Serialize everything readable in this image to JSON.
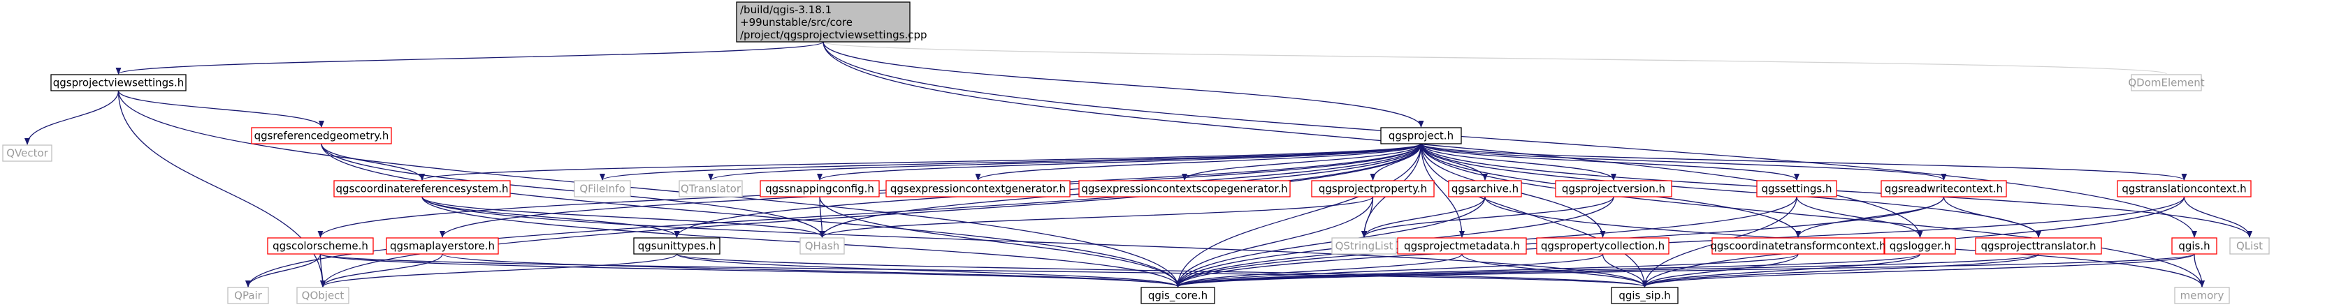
{
  "colors": {
    "edge": "#191970",
    "edge_gray": "#d3d3d3",
    "root_fill": "#bfbfbf",
    "node_border_black": "#000000",
    "node_border_red": "#ff0000",
    "node_border_gray": "#bfbfbf",
    "text_black": "#000000",
    "text_gray": "#9a9a9a"
  },
  "nodes": {
    "root": {
      "lines": [
        "/build/qgis-3.18.1",
        "+99unstable/src/core",
        "/project/qgsprojectviewsettings.cpp"
      ],
      "style": "root"
    },
    "qgsprojectviewsettings_h": {
      "label": "qgsprojectviewsettings.h",
      "style": "black"
    },
    "qdomelement": {
      "label": "QDomElement",
      "style": "gray"
    },
    "qvector": {
      "label": "QVector",
      "style": "gray"
    },
    "qgsreferencedgeometry_h": {
      "label": "qgsreferencedgeometry.h",
      "style": "red"
    },
    "qgsproject_h": {
      "label": "qgsproject.h",
      "style": "black"
    },
    "qgscoordinatereferencesystem_h": {
      "label": "qgscoordinatereferencesystem.h",
      "style": "red"
    },
    "qfileinfo": {
      "label": "QFileInfo",
      "style": "gray"
    },
    "qtranslator": {
      "label": "QTranslator",
      "style": "gray"
    },
    "qgssnappingconfig_h": {
      "label": "qgssnappingconfig.h",
      "style": "red"
    },
    "qgsexpressioncontextgenerator_h": {
      "label": "qgsexpressioncontextgenerator.h",
      "style": "red"
    },
    "qgsexpressioncontextscopegenerator_h": {
      "label": "qgsexpressioncontextscopegenerator.h",
      "style": "red"
    },
    "qgsprojectproperty_h": {
      "label": "qgsprojectproperty.h",
      "style": "red"
    },
    "qgsarchive_h": {
      "label": "qgsarchive.h",
      "style": "red"
    },
    "qgsprojectversion_h": {
      "label": "qgsprojectversion.h",
      "style": "red"
    },
    "qgssettings_h": {
      "label": "qgssettings.h",
      "style": "red"
    },
    "qgsreadwritecontext_h": {
      "label": "qgsreadwritecontext.h",
      "style": "red"
    },
    "qgstranslationcontext_h": {
      "label": "qgstranslationcontext.h",
      "style": "red"
    },
    "qlist": {
      "label": "QList",
      "style": "gray"
    },
    "qgscolorscheme_h": {
      "label": "qgscolorscheme.h",
      "style": "red"
    },
    "qgsmaplayerstore_h": {
      "label": "qgsmaplayerstore.h",
      "style": "red"
    },
    "qgsunittypes_h": {
      "label": "qgsunittypes.h",
      "style": "black"
    },
    "qhash": {
      "label": "QHash",
      "style": "gray"
    },
    "qstringlist": {
      "label": "QStringList",
      "style": "gray"
    },
    "qgsprojectmetadata_h": {
      "label": "qgsprojectmetadata.h",
      "style": "red"
    },
    "qgspropertycollection_h": {
      "label": "qgspropertycollection.h",
      "style": "red"
    },
    "qgscoordinatetransformcontext_h": {
      "label": "qgscoordinatetransformcontext.h",
      "style": "red"
    },
    "qgslogger_h": {
      "label": "qgslogger.h",
      "style": "red"
    },
    "qgsprojecttranslator_h": {
      "label": "qgsprojecttranslator.h",
      "style": "red"
    },
    "qgis_h": {
      "label": "qgis.h",
      "style": "red"
    },
    "qpair": {
      "label": "QPair",
      "style": "gray"
    },
    "qobject": {
      "label": "QObject",
      "style": "gray"
    },
    "qgis_core_h": {
      "label": "qgis_core.h",
      "style": "black"
    },
    "qgis_sip_h": {
      "label": "qgis_sip.h",
      "style": "black"
    },
    "memory": {
      "label": "memory",
      "style": "gray"
    }
  },
  "edges": [
    [
      "root",
      "qgsprojectviewsettings_h"
    ],
    [
      "root",
      "qdomelement"
    ],
    [
      "root",
      "qgsproject_h"
    ],
    [
      "root",
      "qgslogger_h"
    ],
    [
      "root",
      "qgis_h"
    ],
    [
      "qgsprojectviewsettings_h",
      "qvector"
    ],
    [
      "qgsprojectviewsettings_h",
      "qgsreferencedgeometry_h"
    ],
    [
      "qgsprojectviewsettings_h",
      "qobject"
    ],
    [
      "qgsprojectviewsettings_h",
      "qgis_core_h"
    ],
    [
      "qgsreferencedgeometry_h",
      "qgscoordinatereferencesystem_h"
    ],
    [
      "qgsreferencedgeometry_h",
      "qgis_core_h"
    ],
    [
      "qgsreferencedgeometry_h",
      "qhash"
    ],
    [
      "qgsproject_h",
      "qfileinfo"
    ],
    [
      "qgsproject_h",
      "qtranslator"
    ],
    [
      "qgsproject_h",
      "qgssnappingconfig_h"
    ],
    [
      "qgsproject_h",
      "qgsexpressioncontextgenerator_h"
    ],
    [
      "qgsproject_h",
      "qgsexpressioncontextscopegenerator_h"
    ],
    [
      "qgsproject_h",
      "qgsprojectproperty_h"
    ],
    [
      "qgsproject_h",
      "qgsarchive_h"
    ],
    [
      "qgsproject_h",
      "qgsprojectversion_h"
    ],
    [
      "qgsproject_h",
      "qgssettings_h"
    ],
    [
      "qgsproject_h",
      "qgsreadwritecontext_h"
    ],
    [
      "qgsproject_h",
      "qgstranslationcontext_h"
    ],
    [
      "qgsproject_h",
      "qlist"
    ],
    [
      "qgsproject_h",
      "qgscoordinatereferencesystem_h"
    ],
    [
      "qgsproject_h",
      "qgscolorscheme_h"
    ],
    [
      "qgsproject_h",
      "qgsmaplayerstore_h"
    ],
    [
      "qgsproject_h",
      "qgsunittypes_h"
    ],
    [
      "qgsproject_h",
      "qhash"
    ],
    [
      "qgsproject_h",
      "qstringlist"
    ],
    [
      "qgsproject_h",
      "qgsprojectmetadata_h"
    ],
    [
      "qgsproject_h",
      "qgspropertycollection_h"
    ],
    [
      "qgsproject_h",
      "qgscoordinatetransformcontext_h"
    ],
    [
      "qgsproject_h",
      "qgsprojecttranslator_h"
    ],
    [
      "qgsproject_h",
      "qpair"
    ],
    [
      "qgsproject_h",
      "qobject"
    ],
    [
      "qgsproject_h",
      "qgis_core_h"
    ],
    [
      "qgsproject_h",
      "qgis_sip_h"
    ],
    [
      "qgsproject_h",
      "memory"
    ],
    [
      "qgscoordinatereferencesystem_h",
      "qgsunittypes_h"
    ],
    [
      "qgscoordinatereferencesystem_h",
      "qgis_core_h"
    ],
    [
      "qgscoordinatereferencesystem_h",
      "qgis_sip_h"
    ],
    [
      "qgscoordinatereferencesystem_h",
      "qhash"
    ],
    [
      "qgssnappingconfig_h",
      "qhash"
    ],
    [
      "qgssnappingconfig_h",
      "qgis_core_h"
    ],
    [
      "qgsprojectproperty_h",
      "qhash"
    ],
    [
      "qgsprojectproperty_h",
      "qstringlist"
    ],
    [
      "qgsprojectproperty_h",
      "qgis_core_h"
    ],
    [
      "qgsarchive_h",
      "qstringlist"
    ],
    [
      "qgsarchive_h",
      "qgis_core_h"
    ],
    [
      "qgsarchive_h",
      "memory"
    ],
    [
      "qgsprojectversion_h",
      "qstringlist"
    ],
    [
      "qgsprojectversion_h",
      "qgis_core_h"
    ],
    [
      "qgssettings_h",
      "qgis_core_h"
    ],
    [
      "qgssettings_h",
      "qgis_sip_h"
    ],
    [
      "qgssettings_h",
      "qgslogger_h"
    ],
    [
      "qgsreadwritecontext_h",
      "qgscoordinatetransformcontext_h"
    ],
    [
      "qgsreadwritecontext_h",
      "qgsprojecttranslator_h"
    ],
    [
      "qgsreadwritecontext_h",
      "qgis_core_h"
    ],
    [
      "qgstranslationcontext_h",
      "qlist"
    ],
    [
      "qgstranslationcontext_h",
      "qgis_core_h"
    ],
    [
      "qgstranslationcontext_h",
      "qgis_sip_h"
    ],
    [
      "qgscolorscheme_h",
      "qpair"
    ],
    [
      "qgscolorscheme_h",
      "qobject"
    ],
    [
      "qgscolorscheme_h",
      "qgis_core_h"
    ],
    [
      "qgscolorscheme_h",
      "qgis_sip_h"
    ],
    [
      "qgsmaplayerstore_h",
      "qobject"
    ],
    [
      "qgsmaplayerstore_h",
      "qgis_core_h"
    ],
    [
      "qgsunittypes_h",
      "qobject"
    ],
    [
      "qgsunittypes_h",
      "qgis_core_h"
    ],
    [
      "qgsunittypes_h",
      "qgis_sip_h"
    ],
    [
      "qgsprojectmetadata_h",
      "qgis_core_h"
    ],
    [
      "qgsprojectmetadata_h",
      "qgis_sip_h"
    ],
    [
      "qgspropertycollection_h",
      "qgis_core_h"
    ],
    [
      "qgspropertycollection_h",
      "qgis_sip_h"
    ],
    [
      "qgscoordinatetransformcontext_h",
      "qgis_core_h"
    ],
    [
      "qgscoordinatetransformcontext_h",
      "qgis_sip_h"
    ],
    [
      "qgslogger_h",
      "qgis_core_h"
    ],
    [
      "qgslogger_h",
      "qgis_sip_h"
    ],
    [
      "qgsprojecttranslator_h",
      "qgis_core_h"
    ],
    [
      "qgsprojecttranslator_h",
      "qgis_sip_h"
    ],
    [
      "qgis_h",
      "qgis_core_h"
    ],
    [
      "qgis_h",
      "qgis_sip_h"
    ],
    [
      "qgis_h",
      "memory"
    ]
  ]
}
